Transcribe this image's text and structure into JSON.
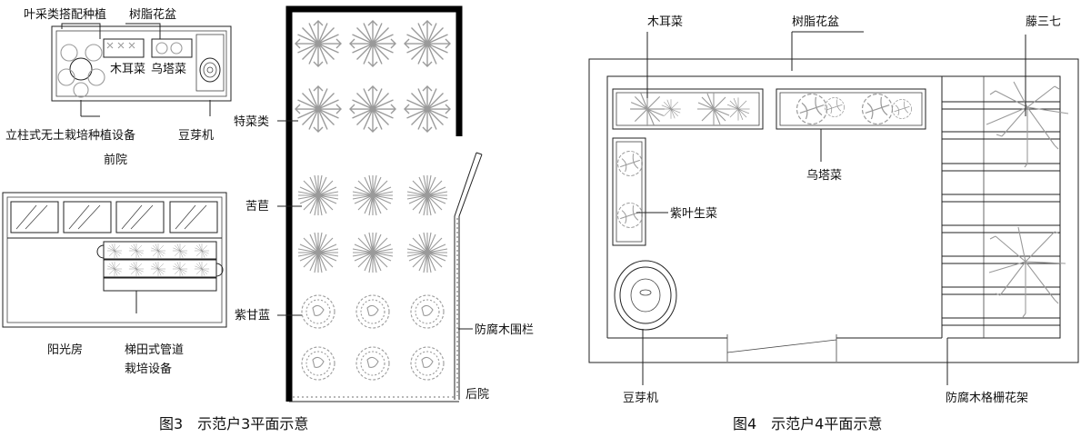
{
  "fig3": {
    "caption": "图3　示范户3平面示意",
    "labels": {
      "leafy_mix": "叶采类搭配种植",
      "resin_pot": "树脂花盆",
      "mu_er_cai": "木耳菜",
      "wu_ta_cai": "乌塔菜",
      "column_hydro": "立柱式无土栽培种植设备",
      "sprouter": "豆芽机",
      "front_yard": "前院",
      "special_veg": "特菜类",
      "endive": "苦苣",
      "red_cabbage": "紫甘蓝",
      "fence": "防腐木围栏",
      "sunroom": "阳光房",
      "terrace_pipe_1": "梯田式管道",
      "terrace_pipe_2": "栽培设备",
      "back_yard": "后院"
    }
  },
  "fig4": {
    "caption": "图4　示范户4平面示意",
    "labels": {
      "mu_er_cai": "木耳菜",
      "resin_pot": "树脂花盆",
      "teng_san_qi": "藤三七",
      "wu_ta_cai": "乌塔菜",
      "purple_lettuce": "紫叶生菜",
      "sprouter": "豆芽机",
      "trellis": "防腐木格栅花架"
    }
  }
}
